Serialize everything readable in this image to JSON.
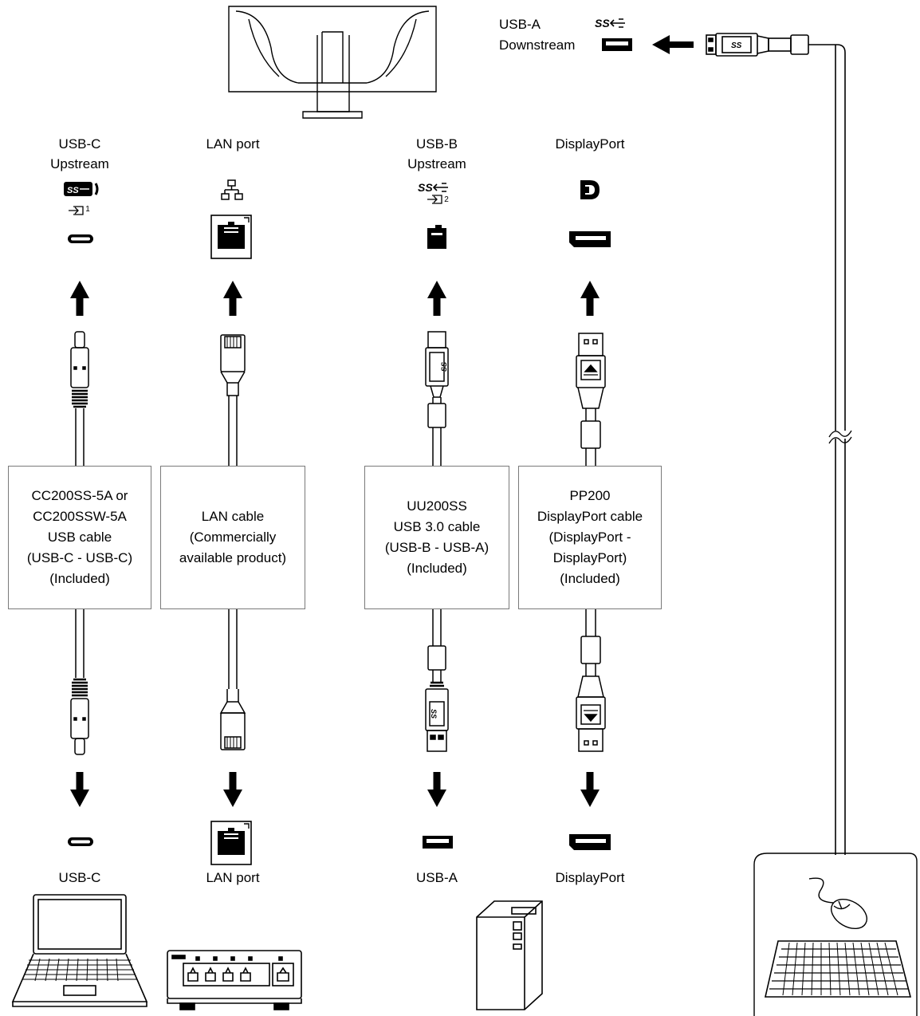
{
  "top_right": {
    "usb_a_label": "USB-A",
    "downstream_label": "Downstream",
    "ss_logo_text": "SS"
  },
  "ports_top": {
    "usb_c": [
      "USB-C",
      "Upstream"
    ],
    "lan": "LAN port",
    "usb_b": [
      "USB-B",
      "Upstream"
    ],
    "displayport": "DisplayPort",
    "usb_c_footnote": "1",
    "usb_b_footnote": "2"
  },
  "cables": {
    "usb_c": [
      "CC200SS-5A or",
      "CC200SSW-5A",
      "USB cable",
      "(USB-C - USB-C)",
      "(Included)"
    ],
    "lan": [
      "LAN cable",
      "(Commercially",
      "available product)"
    ],
    "usb_b": [
      "UU200SS",
      "USB 3.0 cable",
      "(USB-B - USB-A)",
      "(Included)"
    ],
    "displayport": [
      "PP200",
      "DisplayPort cable",
      "(DisplayPort -",
      "DisplayPort)",
      "(Included)"
    ]
  },
  "ports_bottom": {
    "usb_c": "USB-C",
    "lan": "LAN port",
    "usb_a": "USB-A",
    "displayport": "DisplayPort"
  },
  "icons": [
    "monitor-icon",
    "usb-superspeed-icon",
    "network-icon",
    "displayport-logo-icon",
    "usb-c-port-icon",
    "lan-port-icon",
    "usb-b-port-icon",
    "displayport-port-icon",
    "usb-a-port-icon",
    "arrow-icon",
    "laptop-icon",
    "network-switch-icon",
    "desktop-pc-icon",
    "keyboard-icon",
    "mouse-icon"
  ],
  "colors": {
    "line": "#000000",
    "box_border": "#7a7a7a",
    "background": "#ffffff"
  }
}
